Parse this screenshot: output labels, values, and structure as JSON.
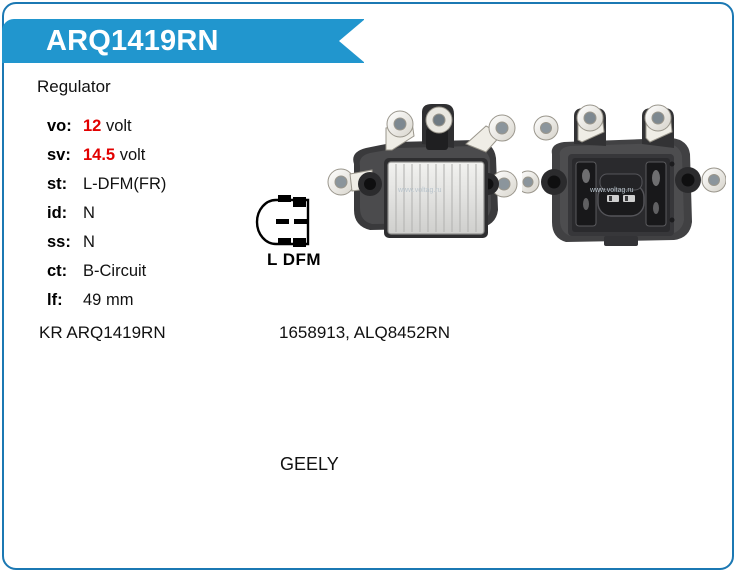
{
  "card": {
    "border_color": "#1b78b3",
    "banner_color": "#2196ce",
    "accent_red": "#e20000"
  },
  "banner": {
    "title": "ARQ1419RN"
  },
  "product": {
    "type": "Regulator"
  },
  "specs": [
    {
      "label": "vo:",
      "value": "12",
      "unit": "volt",
      "value_is_numeric": true
    },
    {
      "label": "sv:",
      "value": "14.5",
      "unit": "volt",
      "value_is_numeric": true
    },
    {
      "label": "st:",
      "value": "L-DFM(FR)",
      "unit": "",
      "value_is_numeric": false
    },
    {
      "label": "id:",
      "value": "N",
      "unit": "",
      "value_is_numeric": false
    },
    {
      "label": "ss:",
      "value": "N",
      "unit": "",
      "value_is_numeric": false
    },
    {
      "label": "ct:",
      "value": "B-Circuit",
      "unit": "",
      "value_is_numeric": false
    },
    {
      "label": "lf:",
      "value": "49",
      "unit": "mm",
      "value_is_numeric": false
    }
  ],
  "references": {
    "own_code": "KR ARQ1419RN",
    "cross_codes": "1658913, ALQ8452RN"
  },
  "brand": "GEELY",
  "connector": {
    "label": "L DFM",
    "icon": "connector-pinout-icon",
    "pin_count": 2
  },
  "photos": [
    {
      "name": "regulator-front-view",
      "icon": "regulator-front-photo",
      "watermark": "www.voltag.ru"
    },
    {
      "name": "regulator-rear-view",
      "icon": "regulator-rear-photo",
      "watermark": "www.voltag.ru"
    }
  ]
}
